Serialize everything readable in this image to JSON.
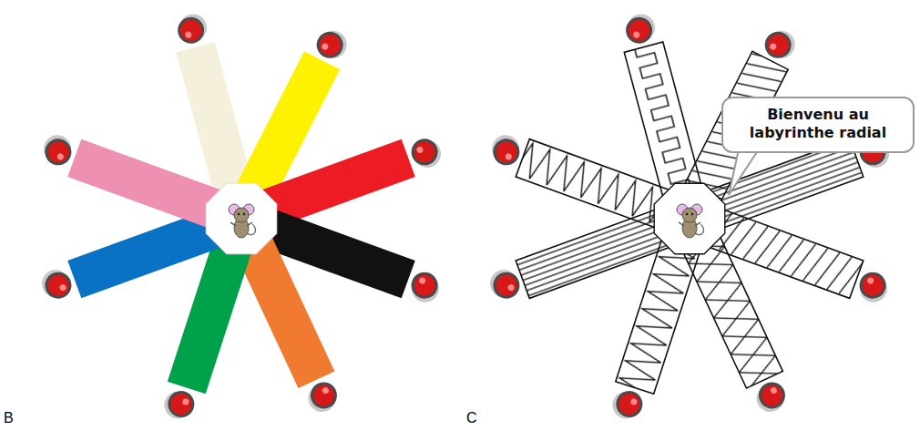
{
  "diagram": {
    "nodes": [
      {
        "text": [
          "Bienvenu au labyrinthe radial"
        ]
      }
    ],
    "labels": [
      "B",
      "C"
    ]
  }
}
